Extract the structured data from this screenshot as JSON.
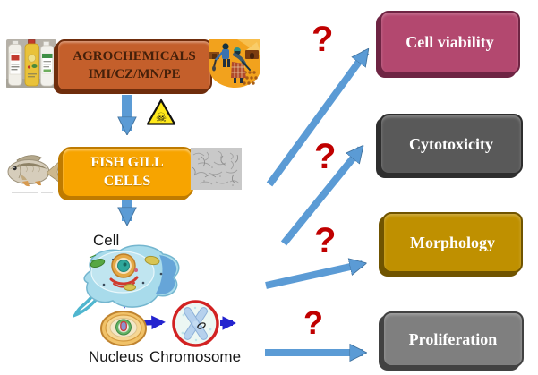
{
  "diagram": {
    "agro_line1": "AGROCHEMICALS",
    "agro_line2": "IMI/CZ/MN/PE",
    "fish_line1": "FISH GILL",
    "fish_line2": "CELLS",
    "cell_label": "Cell",
    "nucleus_label": "Nucleus",
    "chromosome_label": "Chromosome",
    "question_mark": "?",
    "hazard_glyph": "☠"
  },
  "outcomes": [
    {
      "label": "Cell viability",
      "fill": "#b3486f",
      "edge": "#6e2443"
    },
    {
      "label": "Cytotoxicity",
      "fill": "#595959",
      "edge": "#2e2e2e"
    },
    {
      "label": "Morphology",
      "fill": "#bf9000",
      "edge": "#705400"
    },
    {
      "label": "Proliferation",
      "fill": "#7f7f7f",
      "edge": "#424242"
    }
  ],
  "colors": {
    "arrow_blue": "#5b9bd5",
    "arrow_blue_edge": "#41719c",
    "arrow_dark_blue": "#2323cf",
    "question_red": "#c00000",
    "agro_fill": "#c45f2b",
    "agro_edge": "#6f2d0c",
    "agro_text": "#45200a",
    "fishbox_fill": "#f7a400",
    "fishbox_edge": "#bf7b00",
    "box_text": "#ffffff"
  }
}
